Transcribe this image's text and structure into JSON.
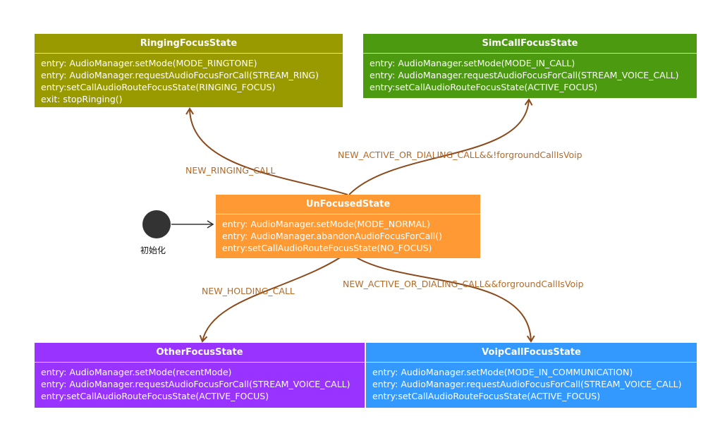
{
  "states": {
    "ringing": {
      "title": "RingingFocusState",
      "lines": [
        "entry: AudioManager.setMode(MODE_RINGTONE)",
        "entry: AudioManager.requestAudioFocusForCall(STREAM_RING)",
        "entry:setCallAudioRouteFocusState(RINGING_FOCUS)",
        "exit: stopRinging()"
      ]
    },
    "simcall": {
      "title": "SimCallFocusState",
      "lines": [
        "entry: AudioManager.setMode(MODE_IN_CALL)",
        "entry: AudioManager.requestAudioFocusForCall(STREAM_VOICE_CALL)",
        "entry:setCallAudioRouteFocusState(ACTIVE_FOCUS)"
      ]
    },
    "unfocused": {
      "title": "UnFocusedState",
      "lines": [
        "entry: AudioManager.setMode(MODE_NORMAL)",
        "entry: AudioManager.abandonAudioFocusForCall()",
        "entry:setCallAudioRouteFocusState(NO_FOCUS)"
      ]
    },
    "other": {
      "title": "OtherFocusState",
      "lines": [
        "entry: AudioManager.setMode(recentMode)",
        "entry: AudioManager.requestAudioFocusForCall(STREAM_VOICE_CALL)",
        "entry:setCallAudioRouteFocusState(ACTIVE_FOCUS)"
      ]
    },
    "voip": {
      "title": "VoipCallFocusState",
      "lines": [
        "entry: AudioManager.setMode(MODE_IN_COMMUNICATION)",
        "entry: AudioManager.requestAudioFocusForCall(STREAM_VOICE_CALL)",
        "entry:setCallAudioRouteFocusState(ACTIVE_FOCUS)"
      ]
    }
  },
  "transitions": {
    "ringing": "NEW_RINGING_CALL",
    "simcall": "NEW_ACTIVE_OR_DIALING_CALL&&!forgroundCallIsVoip",
    "holding": "NEW_HOLDING_CALL",
    "voip": "NEW_ACTIVE_OR_DIALING_CALL&&forgroundCallIsVoip"
  },
  "initial": {
    "label": "初始化"
  },
  "colors": {
    "ringing": "#999900",
    "simcall": "#4c9a10",
    "unfocused": "#ff9933",
    "other": "#9933ff",
    "voip": "#3399ff",
    "arrow": "#8b4a1c",
    "label": "#b36b29"
  }
}
